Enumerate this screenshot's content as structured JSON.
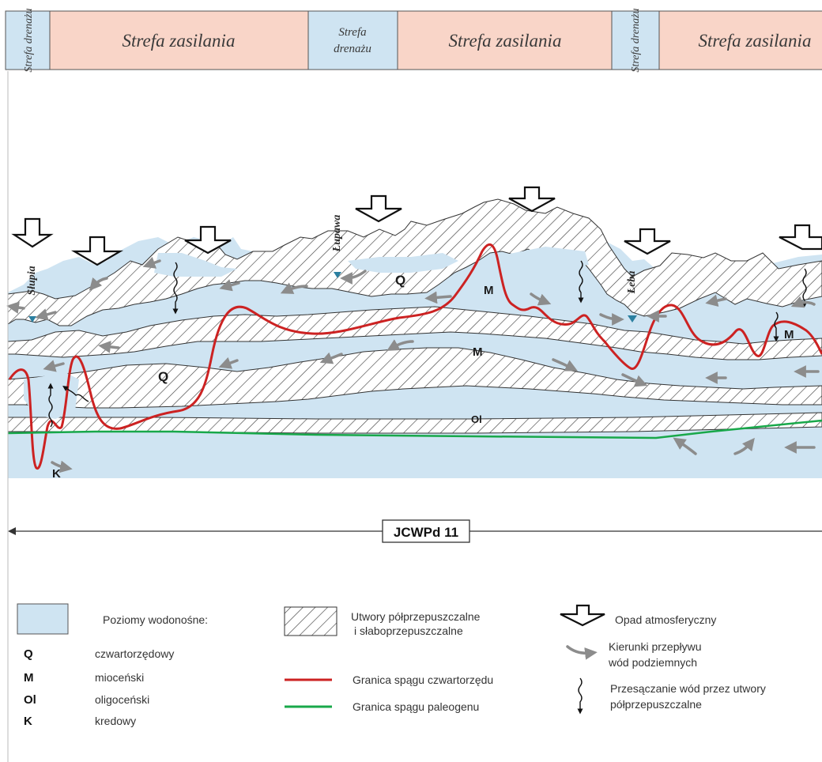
{
  "colors": {
    "aquifer_fill": "#cfe4f2",
    "drainage_zone": "#cfe4f2",
    "recharge_zone": "#f9d5c8",
    "quaternary_boundary": "#cc2222",
    "paleogene_boundary": "#18a84a",
    "flow_arrow": "#8c8c8c"
  },
  "zones": [
    {
      "label": "Strefa drenażu",
      "kind": "drainage",
      "orientation": "vertical"
    },
    {
      "label": "Strefa zasilania",
      "kind": "recharge",
      "orientation": "horizontal"
    },
    {
      "label": "Strefa drenażu",
      "kind": "drainage",
      "orientation": "two-line"
    },
    {
      "label": "Strefa zasilania",
      "kind": "recharge",
      "orientation": "horizontal"
    },
    {
      "label": "Strefa drenażu",
      "kind": "drainage",
      "orientation": "vertical"
    },
    {
      "label": "Strefa zasilania",
      "kind": "recharge",
      "orientation": "horizontal"
    }
  ],
  "rivers": [
    "Słupia",
    "Łupawa",
    "Łeba"
  ],
  "unit_labels": {
    "q1": "Q",
    "q2": "Q",
    "m1": "M",
    "m2": "M",
    "m3": "M",
    "ol": "Ol",
    "k": "K"
  },
  "jcwpd_label": "JCWPd 11",
  "legend": {
    "aquifers_title": "Poziomy wodonośne:",
    "aquifers": [
      {
        "code": "Q",
        "name": "czwartorzędowy"
      },
      {
        "code": "M",
        "name": "mioceński"
      },
      {
        "code": "Ol",
        "name": "oligoceński"
      },
      {
        "code": "K",
        "name": "kredowy"
      }
    ],
    "semi_permeable_line1": "Utwory półprzepuszczalne",
    "semi_permeable_line2": "i słaboprzepuszczalne",
    "quaternary_boundary": "Granica spągu czwartorzędu",
    "paleogene_boundary": "Granica spągu paleogenu",
    "precipitation": "Opad atmosferyczny",
    "flow_line1": "Kierunki przepływu",
    "flow_line2": "wód podziemnych",
    "seepage_line1": "Przesączanie wód przez utwory",
    "seepage_line2": "półprzepuszczalne"
  }
}
